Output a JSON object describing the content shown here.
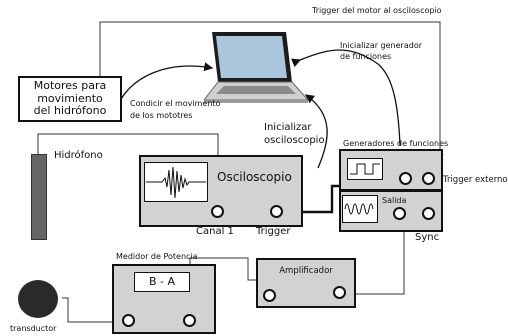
{
  "labels": {
    "trigger_motor": "Trigger del motor al osciloscopio",
    "init_generator": "Inicializar generador\nde funciones",
    "motors_box": "Motores para\nmovimiento\ndel hidrófono",
    "control_motors": "Condicir el movimento\nde los mototres",
    "init_scope": "Inicializar\nosciloscopio",
    "hydrophone": "Hidrófono",
    "oscilloscope": "Osciloscopio",
    "channel1": "Canal 1",
    "trigger": "Trigger",
    "generators": "Generadores de funciones",
    "external_trigger": "Trigger externo",
    "output": "Salida",
    "sync": "Sync",
    "power_meter": "Medidor de Potencia",
    "b_minus_a": "B - A",
    "amplifier": "Amplificador",
    "transducer": "transductor"
  },
  "colors": {
    "instrument": "#d2d2d2",
    "outline": "#111111",
    "hydrophone": "#666666",
    "transducer": "#2a2a2a"
  },
  "icons": [
    "laptop-icon",
    "waveform-icon",
    "square-wave-icon",
    "sine-wave-icon"
  ]
}
